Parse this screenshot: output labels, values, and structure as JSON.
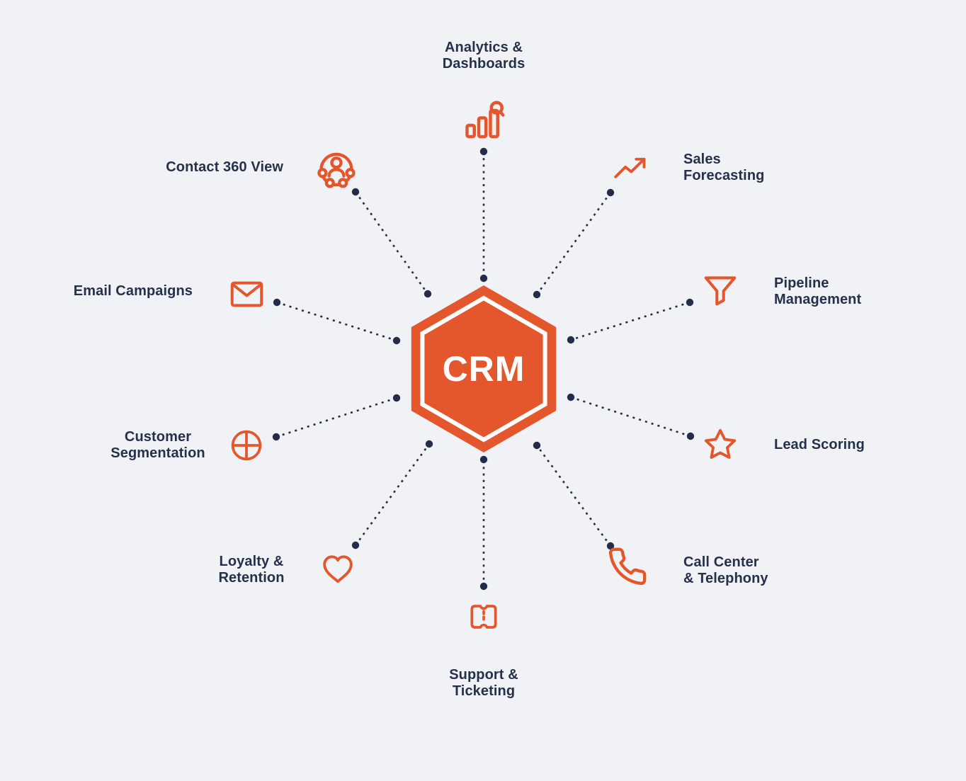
{
  "colors": {
    "accent": "#E4572C",
    "text": "#25304A",
    "line": "#232D49",
    "background": "#F1F2F6"
  },
  "center": {
    "label": "CRM"
  },
  "nodes": [
    {
      "id": "analytics-dashboards",
      "label": "Analytics &\nDashboards",
      "icon": "bar-chart-search-icon"
    },
    {
      "id": "sales-forecasting",
      "label": "Sales\nForecasting",
      "icon": "trending-up-icon"
    },
    {
      "id": "pipeline-management",
      "label": "Pipeline\nManagement",
      "icon": "funnel-icon"
    },
    {
      "id": "lead-scoring",
      "label": "Lead Scoring",
      "icon": "star-icon"
    },
    {
      "id": "call-center-telephony",
      "label": "Call Center\n& Telephony",
      "icon": "phone-icon"
    },
    {
      "id": "support-ticketing",
      "label": "Support &\nTicketing",
      "icon": "ticket-icon"
    },
    {
      "id": "loyalty-retention",
      "label": "Loyalty &\nRetention",
      "icon": "heart-icon"
    },
    {
      "id": "customer-segmentation",
      "label": "Customer\nSegmentation",
      "icon": "segmented-circle-icon"
    },
    {
      "id": "email-campaigns",
      "label": "Email Campaigns",
      "icon": "envelope-icon"
    },
    {
      "id": "contact-360-view",
      "label": "Contact 360 View",
      "icon": "people-circle-icon"
    }
  ]
}
